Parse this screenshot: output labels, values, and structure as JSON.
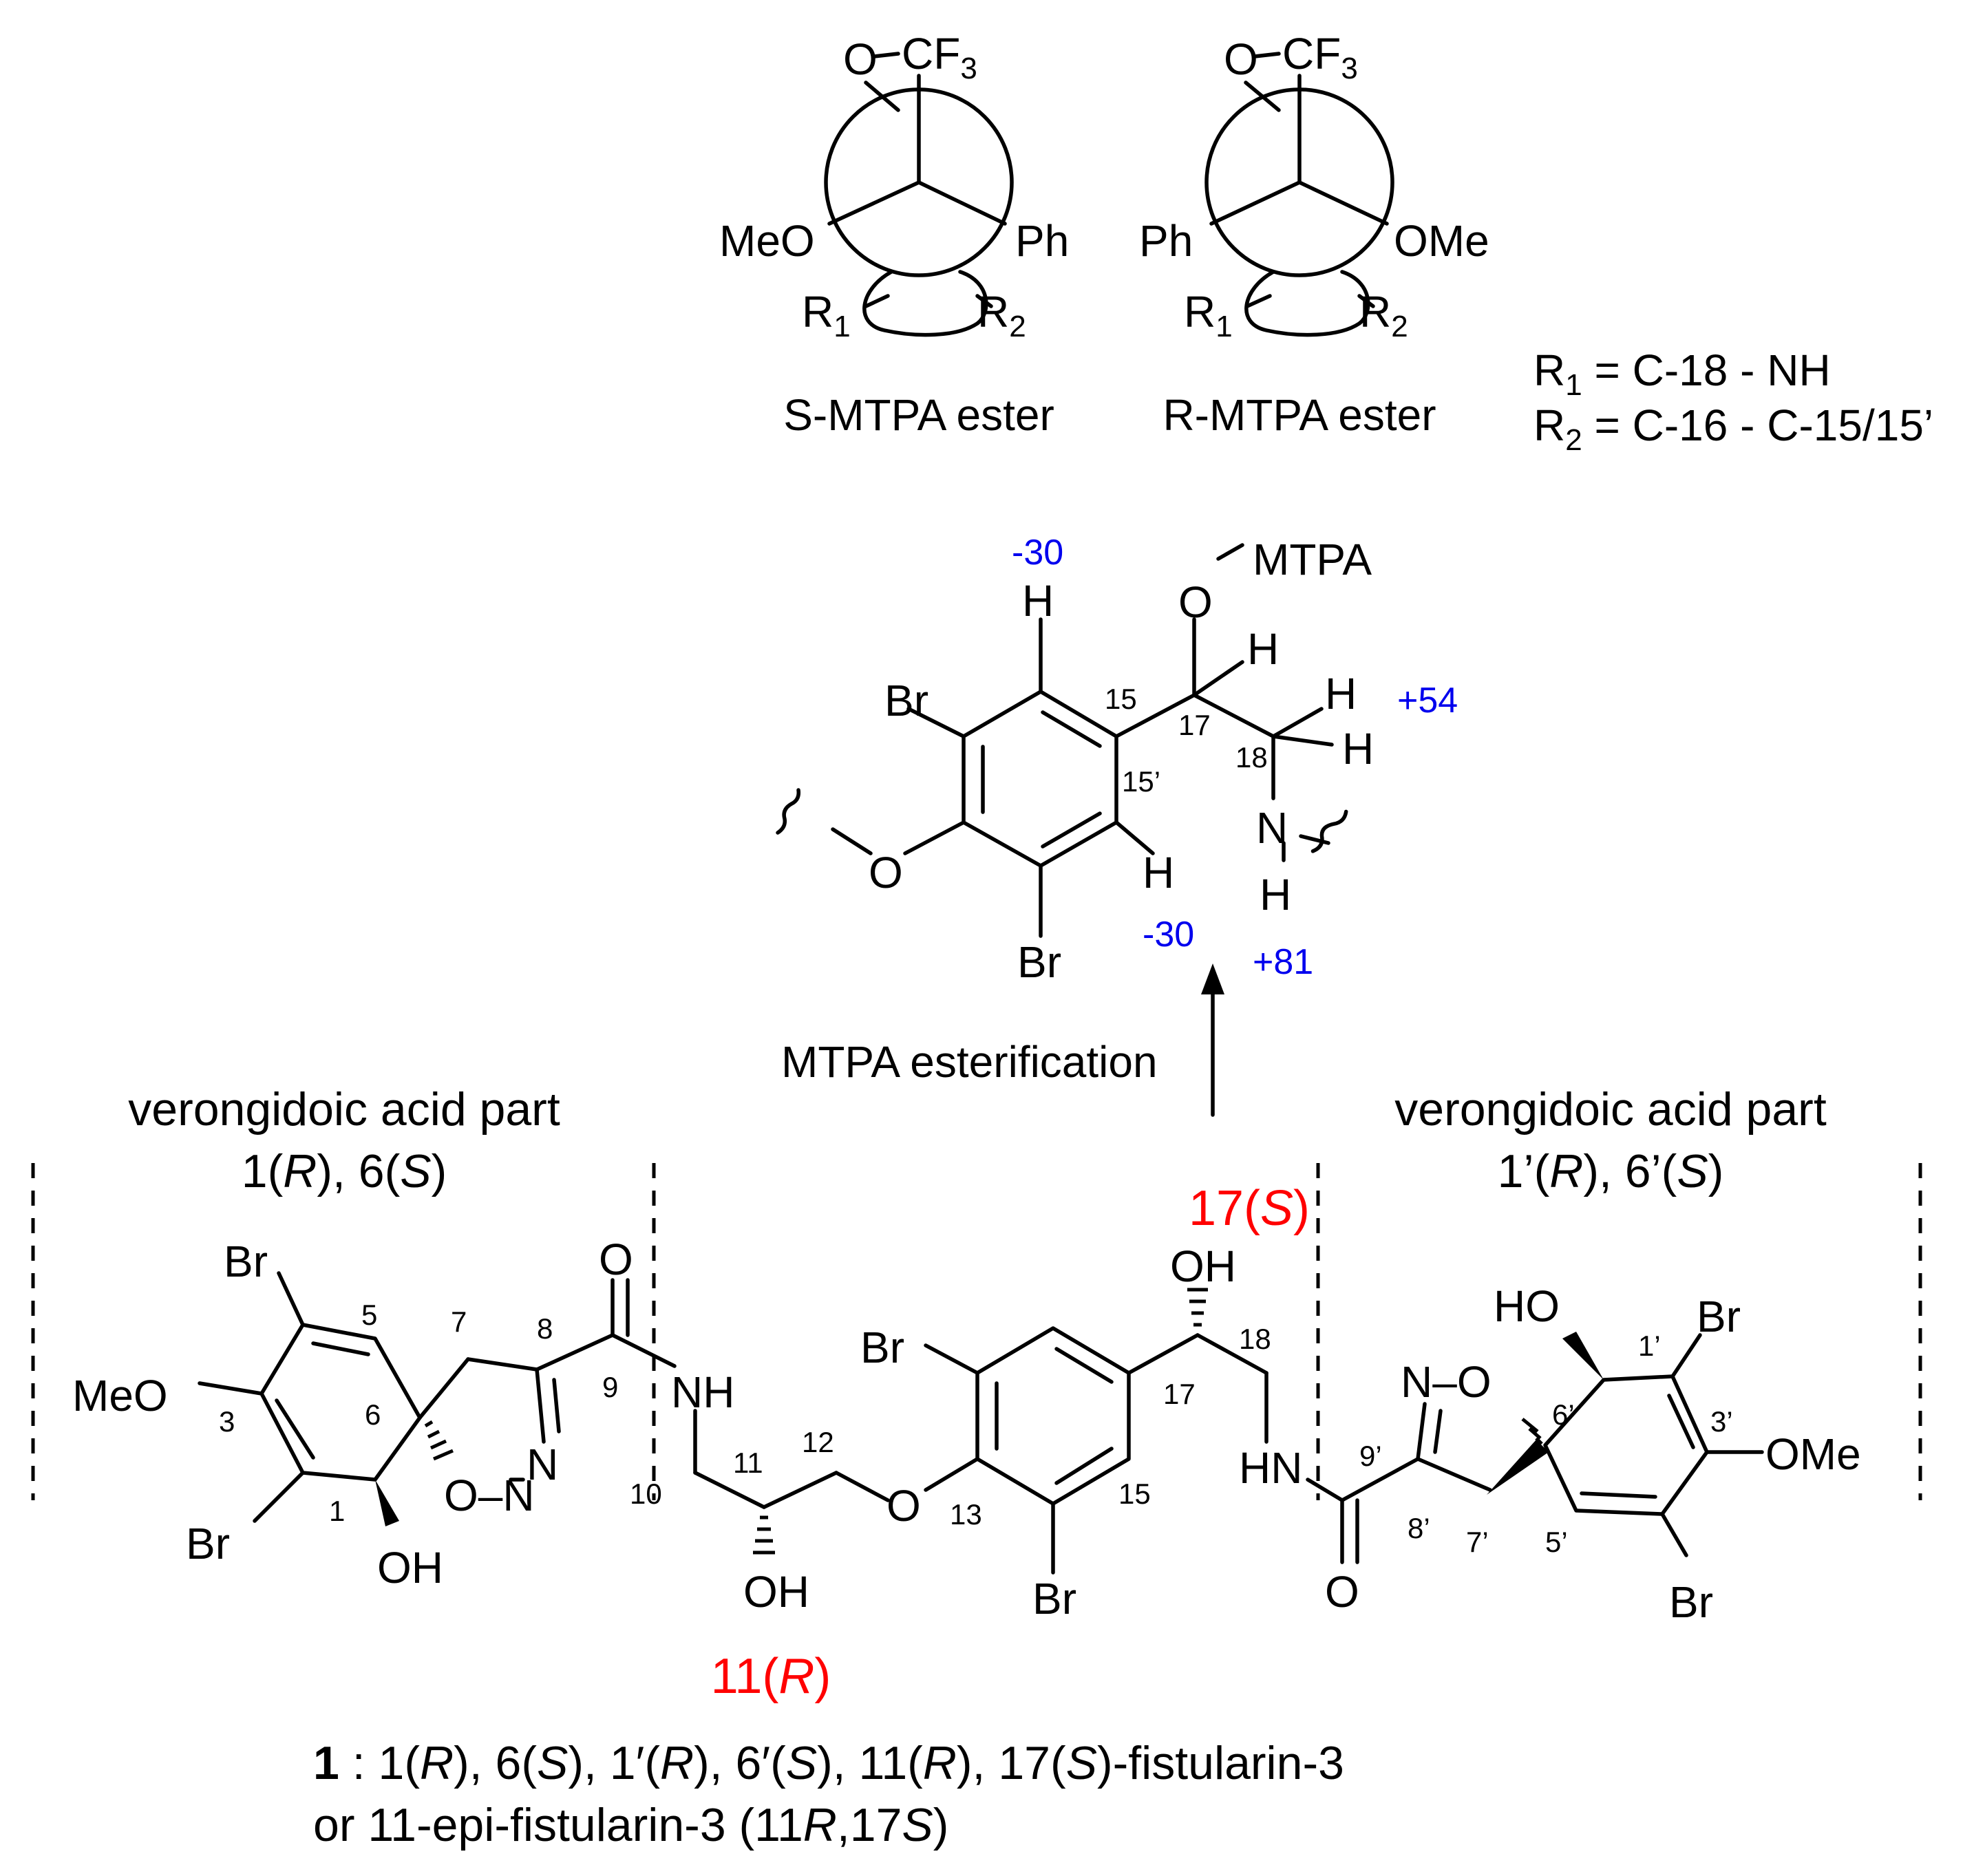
{
  "newman": {
    "s_caption": "S-MTPA ester",
    "r_caption": "R-MTPA ester",
    "o_label": "O",
    "cf3_label": "CF",
    "cf3_sub": "3",
    "meo_label": "MeO",
    "ome_label": "OMe",
    "ph_label": "Ph",
    "r_label": "R",
    "r1_sub": "1",
    "r2_sub": "2"
  },
  "definitions": {
    "r1_sub": "1",
    "r1_text": " = C-18 - NH",
    "r2_sub": "2",
    "r2_text": " = C-16 - C-15/15’"
  },
  "fragment": {
    "delta_h_top": "-30",
    "delta_h18": "+54",
    "delta_h15p": "-30",
    "delta_nh": "+81",
    "mtpa": "MTPA",
    "o": "O",
    "h": "H",
    "n": "N",
    "br": "Br",
    "c15": "15",
    "c15p": "15’",
    "c17": "17",
    "c18": "18"
  },
  "arrow_label": "MTPA esterification",
  "left_part": {
    "title": "verongidoic acid part",
    "config": [
      "1(",
      "R",
      "), 6(",
      "S",
      ")"
    ]
  },
  "right_part": {
    "title": "verongidoic acid part",
    "config": [
      "1’(",
      "R",
      "), 6’(",
      "S",
      ")"
    ]
  },
  "stereo_labels": {
    "c17": [
      "17(",
      "S",
      ")"
    ],
    "c11": [
      "11(",
      "R",
      ")"
    ]
  },
  "molecule": {
    "br": "Br",
    "meo": "MeO",
    "ome": "OMe",
    "oh": "OH",
    "ho": "HO",
    "o": "O",
    "n": "N",
    "nh": "NH",
    "hn": "HN",
    "n_o": "N–O",
    "o_n": "O–N",
    "numbers": {
      "n1": "1",
      "n3": "3",
      "n5": "5",
      "n6": "6",
      "n7": "7",
      "n8": "8",
      "n9": "9",
      "n10": "10",
      "n11": "11",
      "n12": "12",
      "n13": "13",
      "n15": "15",
      "n17": "17",
      "n18": "18",
      "n1p": "1’",
      "n3p": "3’",
      "n5p": "5’",
      "n6p": "6’",
      "n7p": "7’",
      "n8p": "8’",
      "n9p": "9’"
    }
  },
  "caption": {
    "line1": [
      "1",
      " : 1(",
      "R",
      "), 6(",
      "S",
      "), 1′(",
      "R",
      "), 6′(",
      "S",
      "), 11(",
      "R",
      "), 17(",
      "S",
      ")-fistularin-3"
    ],
    "line2": [
      "or 11-epi-fistularin-3 (11",
      "R",
      ",17",
      "S",
      ")"
    ]
  },
  "colors": {
    "stereo_label": "#ff0000",
    "delta_values": "#0000ee",
    "ink": "#000000"
  }
}
